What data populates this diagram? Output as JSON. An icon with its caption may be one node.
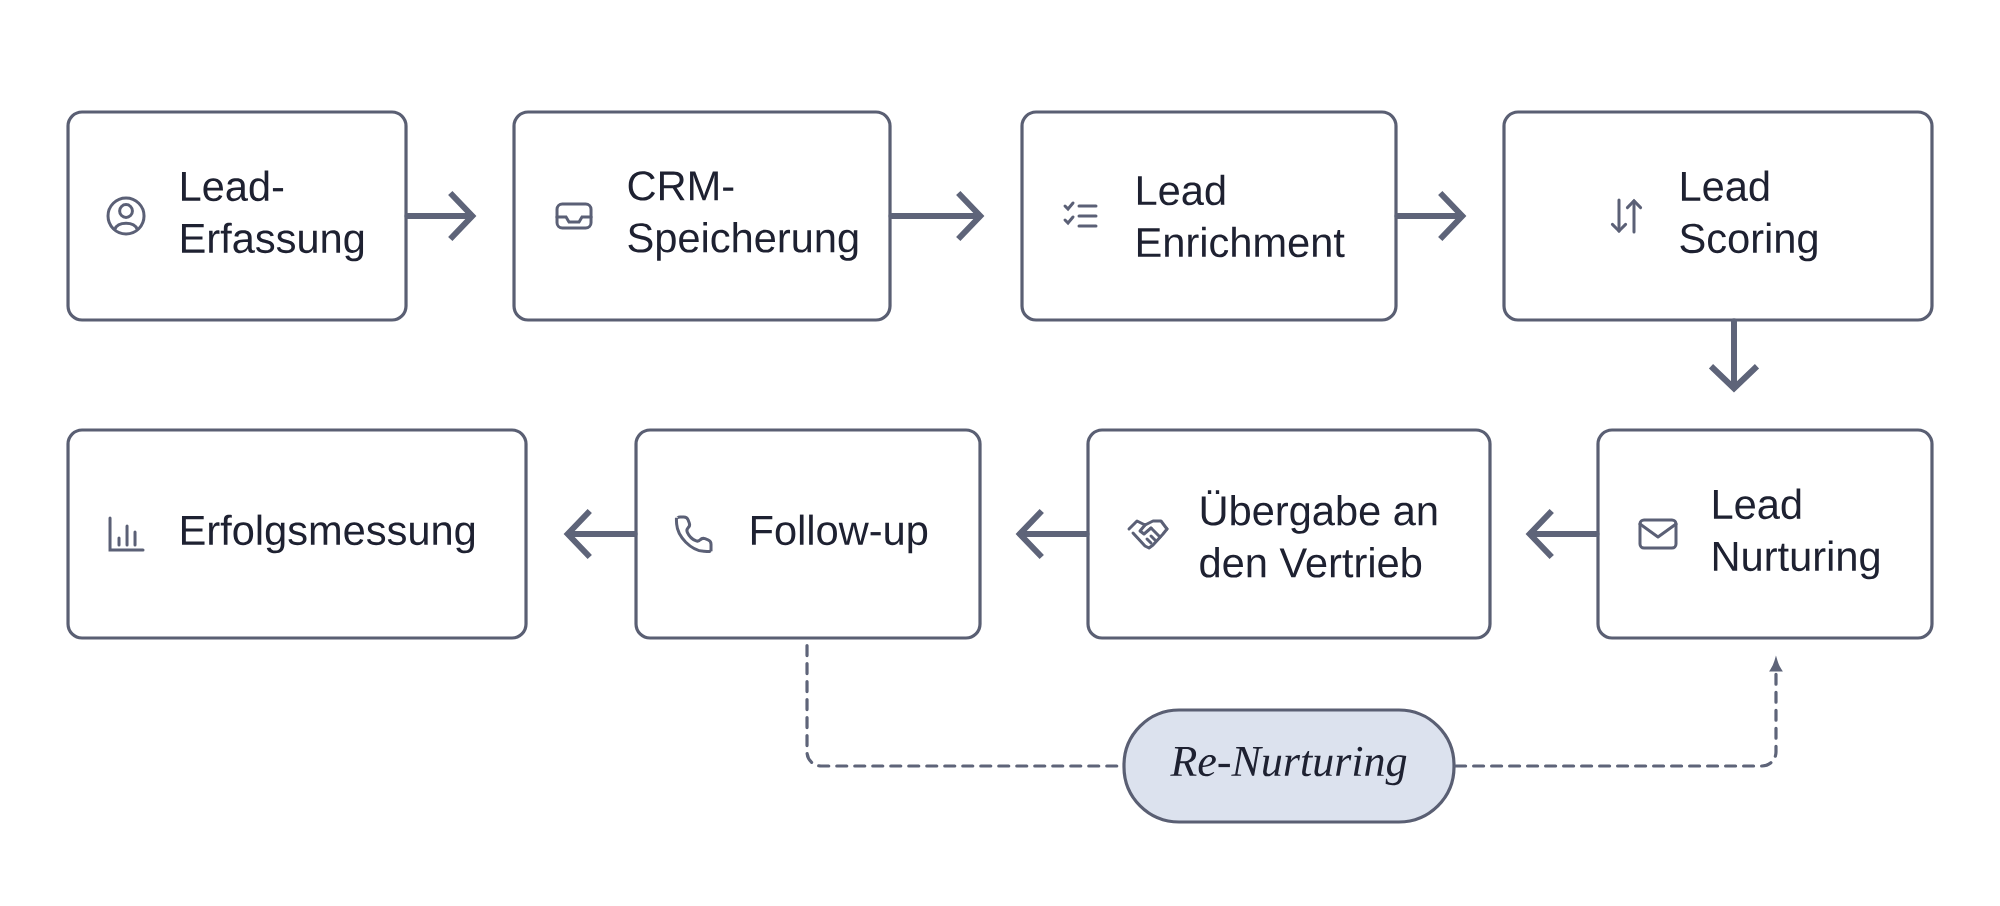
{
  "diagram": {
    "nodes": [
      {
        "text": [
          "Lead-Erfassung"
        ]
      },
      {
        "text": [
          "CRM-Speicherung"
        ]
      },
      {
        "text": [
          "Lead Enrichment"
        ]
      },
      {
        "text": [
          "Lead Scoring"
        ]
      },
      {
        "text": [
          "Erfolgsmessung"
        ]
      },
      {
        "text": [
          "Follow-up"
        ]
      },
      {
        "text": [
          "Übergabe an den Vertrieb"
        ]
      },
      {
        "text": [
          "Lead Nurturing"
        ]
      },
      {
        "text": [
          "Re-Nurturing"
        ]
      }
    ],
    "edges": [
      {
        "from": 0,
        "to": 1,
        "arrow": "to"
      },
      {
        "from": 1,
        "to": 2,
        "arrow": "to"
      },
      {
        "from": 2,
        "to": 3,
        "arrow": "to"
      },
      {
        "from": 3,
        "to": 7,
        "arrow": "to"
      },
      {
        "from": 7,
        "to": 6,
        "arrow": "to"
      },
      {
        "from": 6,
        "to": 5,
        "arrow": "to"
      },
      {
        "from": 5,
        "to": 4,
        "arrow": "to"
      },
      {
        "from": 5,
        "to": 8,
        "arrow": "none",
        "style": "dashed"
      },
      {
        "from": 8,
        "to": 7,
        "arrow": "to",
        "style": "dashed"
      }
    ]
  }
}
